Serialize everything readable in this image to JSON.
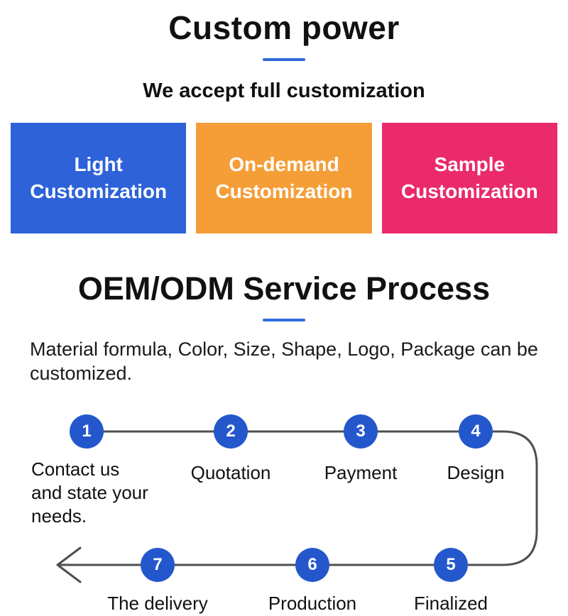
{
  "header": {
    "title": "Custom power",
    "subtitle": "We accept full customization"
  },
  "cards": [
    {
      "name": "light-customization",
      "line1": "Light",
      "line2": "Customization",
      "color": "#2d62d8"
    },
    {
      "name": "on-demand-customization",
      "line1": "On-demand",
      "line2": "Customization",
      "color": "#f59e38"
    },
    {
      "name": "sample-customization",
      "line1": "Sample",
      "line2": "Customization",
      "color": "#ea2a6b"
    }
  ],
  "process": {
    "title": "OEM/ODM Service Process",
    "description": "Material formula, Color, Size, Shape, Logo, Package can be customized.",
    "circle_color": "#2457cc",
    "line_color": "#4f4f4f",
    "underline_color": "#2e6bd8",
    "steps": [
      {
        "num": "1",
        "label": "Contact us and state your needs."
      },
      {
        "num": "2",
        "label": "Quotation"
      },
      {
        "num": "3",
        "label": "Payment"
      },
      {
        "num": "4",
        "label": "Design"
      },
      {
        "num": "5",
        "label": "Finalized"
      },
      {
        "num": "6",
        "label": "Production"
      },
      {
        "num": "7",
        "label": "The delivery"
      }
    ]
  }
}
